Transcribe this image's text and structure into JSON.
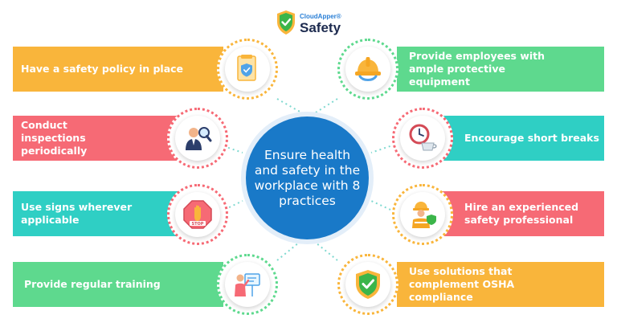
{
  "logo": {
    "small_text": "CloudApper®",
    "title": "Safety",
    "icon": "shield-check-icon"
  },
  "center": {
    "text": "Ensure health and safety in the workplace with 8 practices"
  },
  "colors": {
    "orange": "#f9b53b",
    "pink": "#f66a75",
    "teal": "#2fcfc4",
    "green": "#5ed98e",
    "blue": "#1979c8"
  },
  "practices": [
    {
      "side": "left",
      "label": "Have a safety policy in place",
      "color": "#f9b53b",
      "icon": "policy-document-icon"
    },
    {
      "side": "left",
      "label": "Conduct inspections periodically",
      "color": "#f66a75",
      "icon": "inspector-magnifier-icon"
    },
    {
      "side": "left",
      "label": "Use signs wherever applicable",
      "color": "#2fcfc4",
      "icon": "stop-sign-icon"
    },
    {
      "side": "left",
      "label": "Provide regular training",
      "color": "#5ed98e",
      "icon": "training-presentation-icon"
    },
    {
      "side": "right",
      "label": "Provide employees with ample protective equipment",
      "color": "#5ed98e",
      "icon": "hard-hat-icon"
    },
    {
      "side": "right",
      "label": "Encourage short breaks",
      "color": "#2fcfc4",
      "icon": "coffee-break-icon"
    },
    {
      "side": "right",
      "label": "Hire an experienced safety professional",
      "color": "#f66a75",
      "icon": "safety-worker-icon"
    },
    {
      "side": "right",
      "label": "Use solutions that complement OSHA compliance",
      "color": "#f9b53b",
      "icon": "shield-check-icon"
    }
  ]
}
